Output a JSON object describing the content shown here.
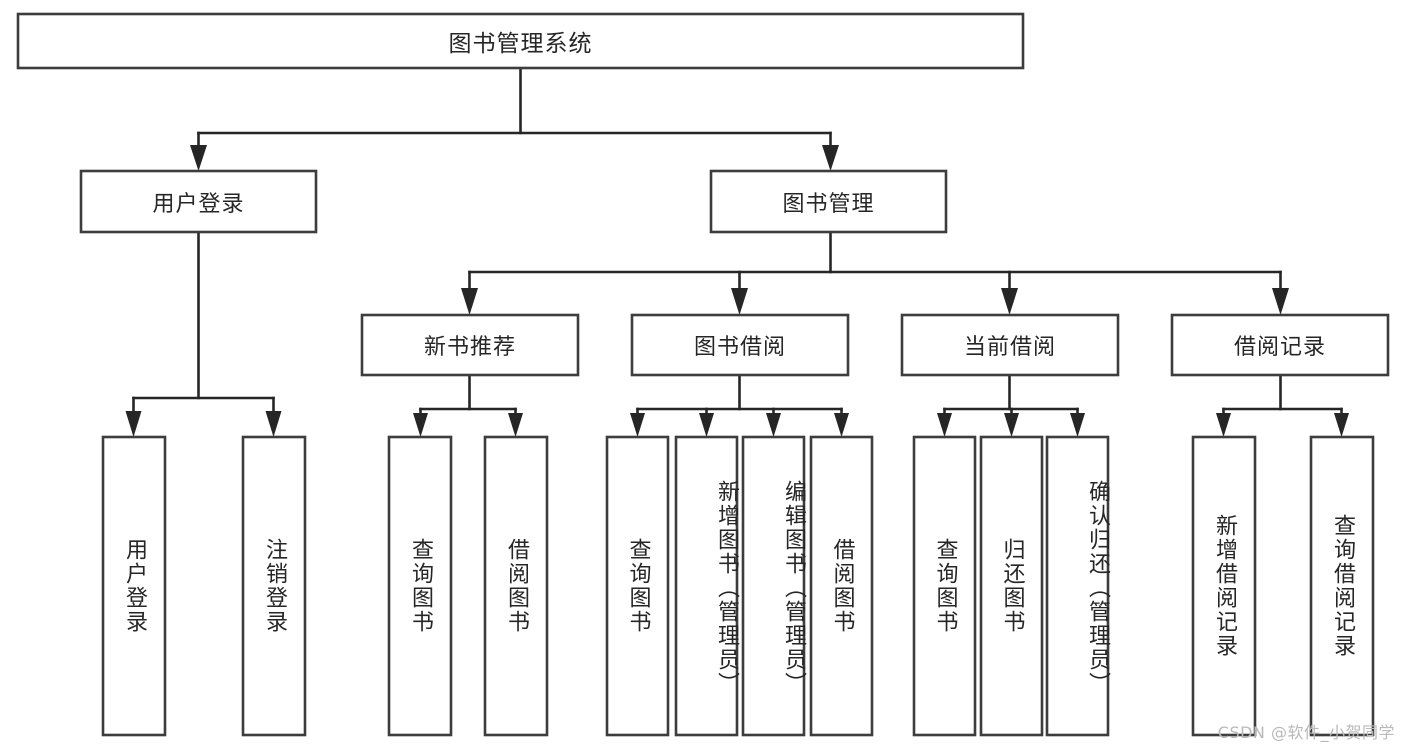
{
  "diagram": {
    "title": "图书管理系统",
    "type": "hierarchy-tree",
    "watermark": "CSDN @软件_小贺同学",
    "root": {
      "id": "root",
      "label": "图书管理系统"
    },
    "level2": [
      {
        "id": "user-login",
        "label": "用户登录"
      },
      {
        "id": "book-management",
        "label": "图书管理"
      }
    ],
    "level3": [
      {
        "id": "new-book-recommend",
        "label": "新书推荐",
        "parent": "book-management"
      },
      {
        "id": "book-borrow",
        "label": "图书借阅",
        "parent": "book-management"
      },
      {
        "id": "current-borrow",
        "label": "当前借阅",
        "parent": "book-management"
      },
      {
        "id": "borrow-record",
        "label": "借阅记录",
        "parent": "book-management"
      }
    ],
    "leaves": {
      "user-login": [
        {
          "id": "leaf-user-login",
          "label": "用户登录"
        },
        {
          "id": "leaf-logout",
          "label": "注销登录"
        }
      ],
      "new-book-recommend": [
        {
          "id": "leaf-query-book-1",
          "label": "查询图书"
        },
        {
          "id": "leaf-borrow-book-1",
          "label": "借阅图书"
        }
      ],
      "book-borrow": [
        {
          "id": "leaf-query-book-2",
          "label": "查询图书"
        },
        {
          "id": "leaf-add-book",
          "label": "新增图书（管理员）"
        },
        {
          "id": "leaf-edit-book",
          "label": "编辑图书（管理员）"
        },
        {
          "id": "leaf-borrow-book-2",
          "label": "借阅图书"
        }
      ],
      "current-borrow": [
        {
          "id": "leaf-query-book-3",
          "label": "查询图书"
        },
        {
          "id": "leaf-return-book",
          "label": "归还图书"
        },
        {
          "id": "leaf-confirm-return",
          "label": "确认归还（管理员）"
        }
      ],
      "borrow-record": [
        {
          "id": "leaf-add-record",
          "label": "新增借阅记录"
        },
        {
          "id": "leaf-query-record",
          "label": "查询借阅记录"
        }
      ]
    },
    "colors": {
      "box_stroke": "#3d3d3d",
      "connector": "#262626",
      "text": "#262626",
      "background": "#ffffff",
      "watermark": "#b9b9b9"
    }
  }
}
